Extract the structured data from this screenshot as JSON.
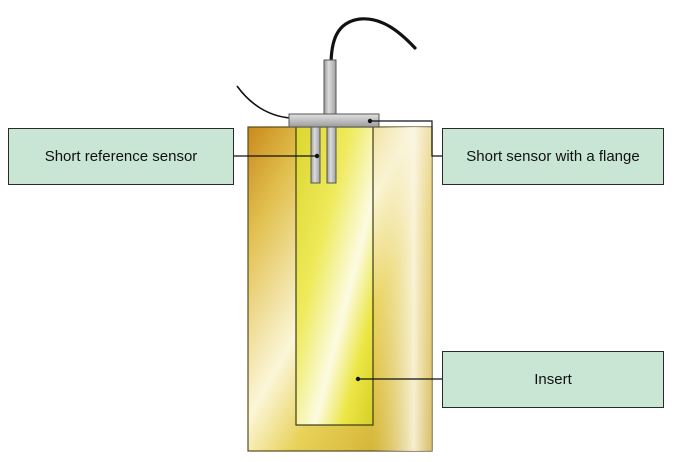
{
  "labels": {
    "short_reference_sensor": "Short reference sensor",
    "short_sensor_with_flange": "Short sensor with a flange",
    "insert": "Insert"
  },
  "colors": {
    "label_fill": "#c9e6d4",
    "block_gold": "#d9b23a",
    "insert_yellow": "#e8e040",
    "sensor_gray": "#b4b4b4",
    "cable": "#111111"
  }
}
